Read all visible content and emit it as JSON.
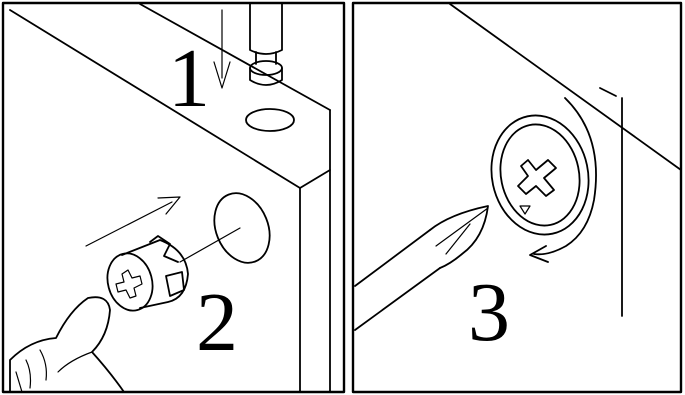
{
  "steps": {
    "step1": "1",
    "step2": "2",
    "step3": "3"
  },
  "icons": [
    "down-arrow-icon",
    "insert-arrow-icon",
    "rotate-arrow-icon"
  ]
}
